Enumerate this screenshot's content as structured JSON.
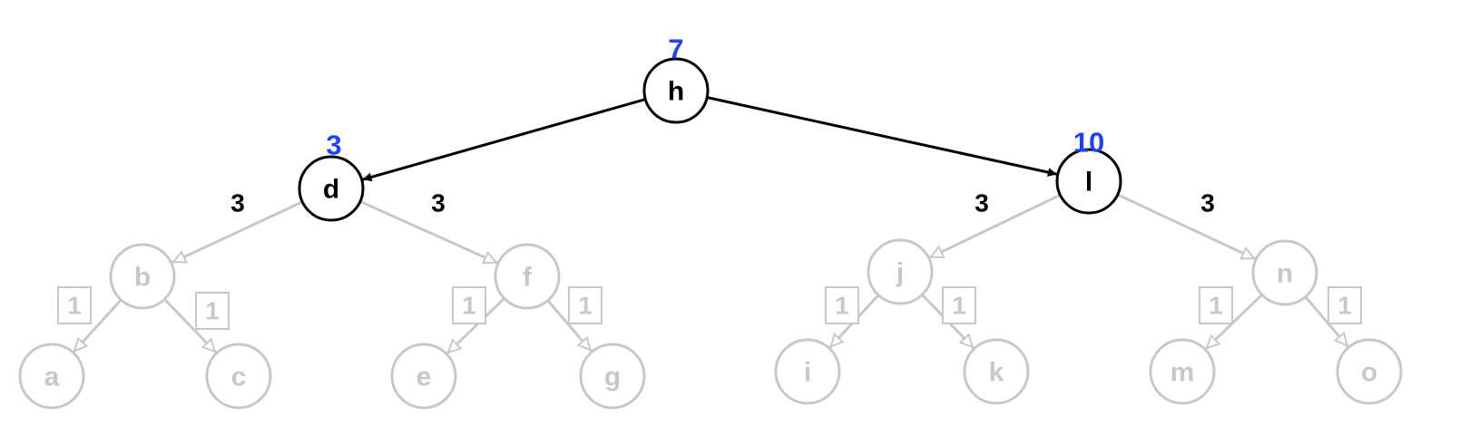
{
  "colors": {
    "active": "#000000",
    "inactive": "#c8c8c8",
    "count": "#1f3fff"
  },
  "nodes": [
    {
      "id": "h",
      "label": "h",
      "active": true,
      "count": "7"
    },
    {
      "id": "d",
      "label": "d",
      "active": true,
      "count": "3"
    },
    {
      "id": "l",
      "label": "l",
      "active": true,
      "count": "10"
    },
    {
      "id": "b",
      "label": "b",
      "active": false
    },
    {
      "id": "f",
      "label": "f",
      "active": false
    },
    {
      "id": "j",
      "label": "j",
      "active": false
    },
    {
      "id": "n",
      "label": "n",
      "active": false
    },
    {
      "id": "a",
      "label": "a",
      "active": false
    },
    {
      "id": "c",
      "label": "c",
      "active": false
    },
    {
      "id": "e",
      "label": "e",
      "active": false
    },
    {
      "id": "g",
      "label": "g",
      "active": false
    },
    {
      "id": "i",
      "label": "i",
      "active": false
    },
    {
      "id": "k",
      "label": "k",
      "active": false
    },
    {
      "id": "m",
      "label": "m",
      "active": false
    },
    {
      "id": "o",
      "label": "o",
      "active": false
    }
  ],
  "edges": [
    {
      "from": "h",
      "to": "d",
      "active": true
    },
    {
      "from": "h",
      "to": "l",
      "active": true
    },
    {
      "from": "d",
      "to": "b",
      "active": false,
      "weight": "3",
      "boxed": false
    },
    {
      "from": "d",
      "to": "f",
      "active": false,
      "weight": "3",
      "boxed": false
    },
    {
      "from": "l",
      "to": "j",
      "active": false,
      "weight": "3",
      "boxed": false
    },
    {
      "from": "l",
      "to": "n",
      "active": false,
      "weight": "3",
      "boxed": false
    },
    {
      "from": "b",
      "to": "a",
      "active": false,
      "weight": "1",
      "boxed": true
    },
    {
      "from": "b",
      "to": "c",
      "active": false,
      "weight": "1",
      "boxed": true
    },
    {
      "from": "f",
      "to": "e",
      "active": false,
      "weight": "1",
      "boxed": true
    },
    {
      "from": "f",
      "to": "g",
      "active": false,
      "weight": "1",
      "boxed": true
    },
    {
      "from": "j",
      "to": "i",
      "active": false,
      "weight": "1",
      "boxed": true
    },
    {
      "from": "j",
      "to": "k",
      "active": false,
      "weight": "1",
      "boxed": true
    },
    {
      "from": "n",
      "to": "m",
      "active": false,
      "weight": "1",
      "boxed": true
    },
    {
      "from": "n",
      "to": "o",
      "active": false,
      "weight": "1",
      "boxed": true
    }
  ]
}
